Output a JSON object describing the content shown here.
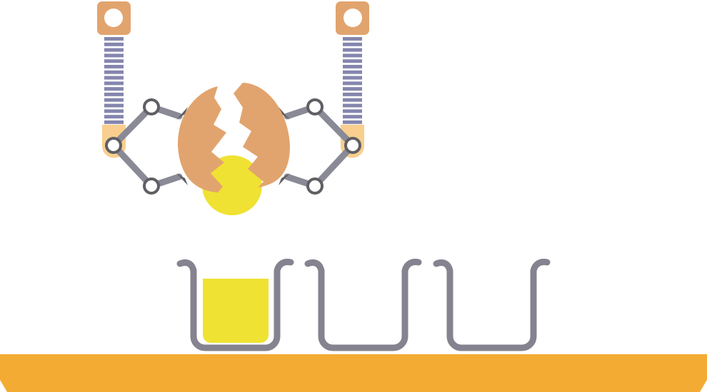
{
  "scene": {
    "description_labels": [],
    "colors": {
      "mount": "#e2a46e",
      "spring": "#8586ae",
      "joint_block": "#f8cf8e",
      "arm": "#8a8a96",
      "joint_ring": "#5f5f64",
      "shell": "#e2a46e",
      "yolk": "#f0e232",
      "cup": "#85838f",
      "belt": "#f4ab33"
    },
    "cups": [
      {
        "filled": true,
        "fill_level": 0.85
      },
      {
        "filled": false,
        "fill_level": 0
      },
      {
        "filled": false,
        "fill_level": 0
      }
    ]
  }
}
